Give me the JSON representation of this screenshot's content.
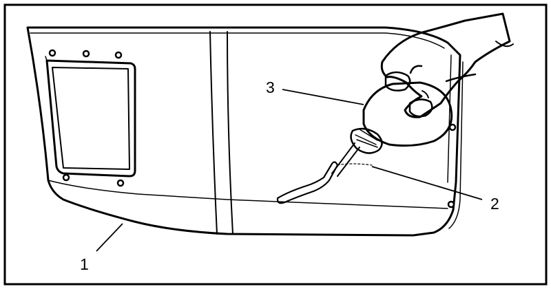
{
  "figure": {
    "callouts": [
      {
        "id": "callout-1",
        "label": "1"
      },
      {
        "id": "callout-2",
        "label": "2"
      },
      {
        "id": "callout-3",
        "label": "3"
      }
    ],
    "colors": {
      "ink": "#000000",
      "paper": "#ffffff",
      "fill": "#ffffff"
    }
  }
}
